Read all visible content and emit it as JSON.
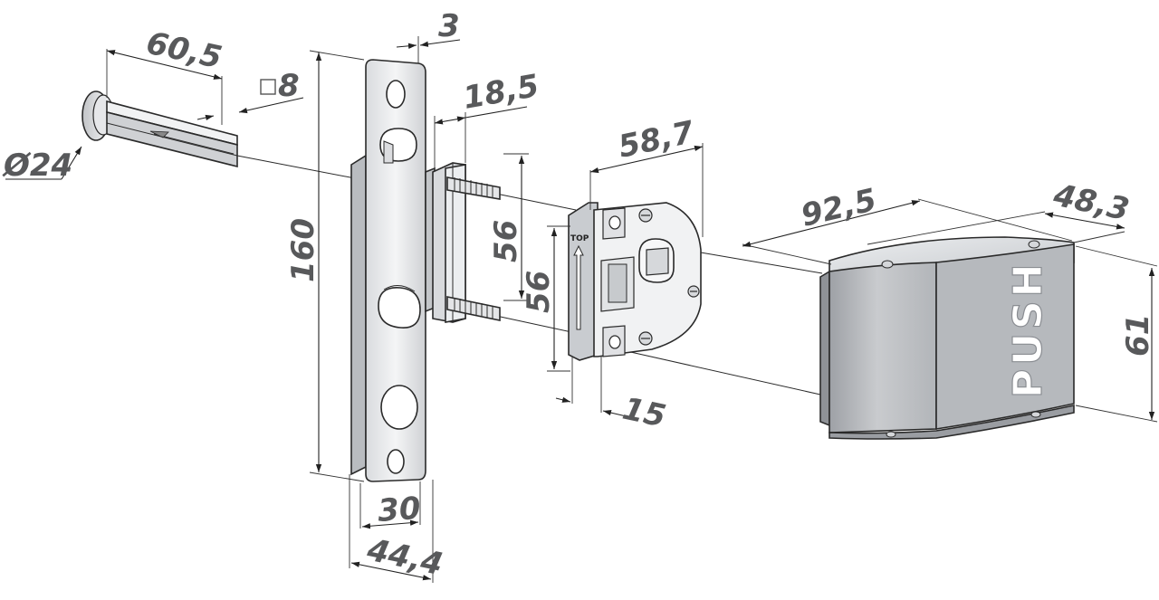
{
  "dimensions": {
    "spindle_length": "60,5",
    "spindle_square": "8",
    "spindle_rose_diameter": "Ø24",
    "plate_thickness": "3",
    "plate_height": "160",
    "plate_inner_width": "30",
    "plate_outer_width": "44,4",
    "bolt_offset": "18,5",
    "bolt_spacing_a": "56",
    "bolt_spacing_b": "56",
    "lock_width": "58,7",
    "lock_depth": "15",
    "handle_length": "92,5",
    "handle_depth": "48,3",
    "handle_height": "61"
  },
  "labels": {
    "top_marking": "TOP",
    "push_text": "PUSH"
  },
  "colors": {
    "dimension_text": "#58595b",
    "outline": "#2a2a2a",
    "metal_light": "#e9eaec",
    "metal_dark": "#a6a9ae"
  }
}
